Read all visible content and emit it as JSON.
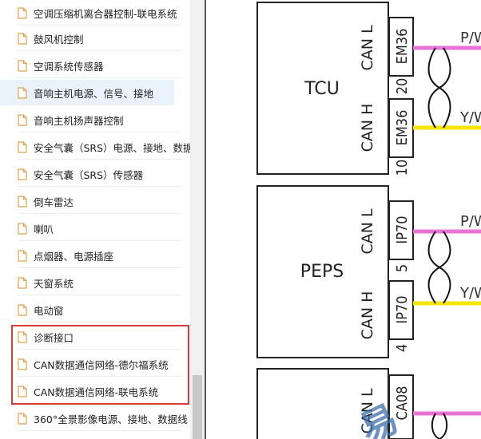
{
  "sidebar": {
    "items": [
      {
        "label": "空调压缩机离合器控制-联电系统"
      },
      {
        "label": "鼓风机控制"
      },
      {
        "label": "空调系统传感器"
      },
      {
        "label": "音响主机电源、信号、接地"
      },
      {
        "label": "音响主机扬声器控制"
      },
      {
        "label": "安全气囊（SRS）电源、接地、数据"
      },
      {
        "label": "安全气囊（SRS）传感器"
      },
      {
        "label": "倒车雷达"
      },
      {
        "label": "喇叭"
      },
      {
        "label": "点烟器、电源插座"
      },
      {
        "label": "天窗系统"
      },
      {
        "label": "电动窗"
      },
      {
        "label": "诊断接口"
      },
      {
        "label": "CAN数据通信网络-德尔福系统"
      },
      {
        "label": "CAN数据通信网络-联电系统"
      },
      {
        "label": "360°全景影像电源、接地、数据线"
      }
    ],
    "selected_index": 3,
    "highlighted_range": [
      12,
      14
    ]
  },
  "diagram": {
    "modules": [
      {
        "name": "TCU",
        "can_l": "CAN L",
        "can_h": "CAN H",
        "connector": "EM36",
        "pin_top": "20",
        "pin_bottom": "10"
      },
      {
        "name": "PEPS",
        "can_l": "CAN L",
        "can_h": "CAN H",
        "connector": "IP70",
        "pin_top": "5",
        "pin_bottom": "4"
      },
      {
        "name": "",
        "can_l": "CAN L",
        "can_h": "",
        "connector": "CA08",
        "pin_top": "",
        "pin_bottom": ""
      }
    ],
    "wire_labels": {
      "pink": "P/W",
      "yellow": "Y/W"
    },
    "colors": {
      "pink": "#e873d4",
      "yellow": "#f5e600"
    },
    "watermark": "易"
  }
}
